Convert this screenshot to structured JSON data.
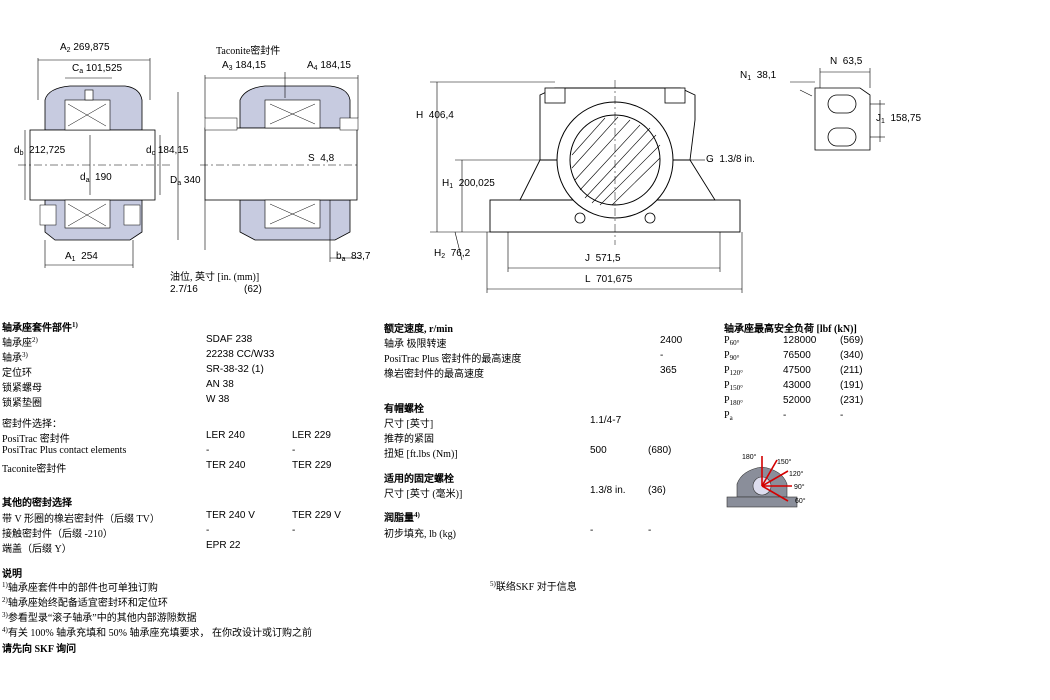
{
  "dims": {
    "A2": "269,875",
    "Ca": "101,525",
    "db": "212,725",
    "dc": "184,15",
    "da": "190",
    "Da": "340",
    "A1": "254",
    "taconite_label": "Taconite密封件",
    "A3": "184,15",
    "A4": "184,15",
    "S": "4,8",
    "ba": "83,7",
    "oil_label": "油位, 英寸 [in. (mm)]",
    "oil_in": "2.7/16",
    "oil_mm": "(62)",
    "H": "406,4",
    "H1": "200,025",
    "H2": "76,2",
    "G": "1.3/8 in.",
    "J": "571,5",
    "L": "701,675",
    "N1": "38,1",
    "N": "63,5",
    "J1": "158,75"
  },
  "sym": {
    "A": "A",
    "C": "C",
    "d": "d",
    "D": "D",
    "S": "S",
    "b": "b",
    "H": "H",
    "G": "G",
    "J": "J",
    "L": "L",
    "N": "N",
    "s1": "1",
    "s2": "2",
    "s3": "3",
    "s4": "4",
    "sa": "a",
    "sb": "b",
    "sc": "c"
  },
  "components": {
    "title": "轴承座套件部件",
    "title_sup": "1)",
    "rows": [
      {
        "label": "轴承座",
        "sup": "2)",
        "value": "SDAF 238"
      },
      {
        "label": "轴承",
        "sup": "3)",
        "value": "22238 CC/W33"
      },
      {
        "label": "定位环",
        "sup": "",
        "value": "SR-38-32 (1)"
      },
      {
        "label": "锁紧螺母",
        "sup": "",
        "value": "AN 38"
      },
      {
        "label": "锁紧垫圈",
        "sup": "",
        "value": "W 38"
      }
    ],
    "seal_title": "密封件选择：",
    "seal_rows": [
      {
        "label": "PosiTrac 密封件",
        "v1": "LER 240",
        "v2": "LER 229"
      },
      {
        "label": "PosiTrac Plus contact elements",
        "v1": "-",
        "v2": "-"
      },
      {
        "label": "Taconite密封件",
        "v1": "TER 240",
        "v2": "TER 229"
      }
    ]
  },
  "other_seals": {
    "title": "其他的密封选择",
    "rows": [
      {
        "label": "带 V 形圈的橡岩密封件（后缀 TV）",
        "v1": "TER 240 V",
        "v2": "TER 229 V"
      },
      {
        "label": "接触密封件（后缀 -210）",
        "v1": "-",
        "v2": "-"
      },
      {
        "label": "端盖（后缀 Y）",
        "v1": "EPR 22",
        "v2": ""
      }
    ]
  },
  "notes": {
    "title": "说明",
    "rows": [
      {
        "sup": "1)",
        "text": "轴承座套件中的部件也可单独订购"
      },
      {
        "sup": "2)",
        "text": "轴承座始终配备适宜密封环和定位环"
      },
      {
        "sup": "3)",
        "text": "参看型录“滚子轴承”中的其他内部游隙数据"
      },
      {
        "sup": "4)",
        "text": "有关 100% 轴承充填和 50% 轴承座充填要求， 在你改设计或订购之前"
      }
    ],
    "contact": "请先向 SKF 询问",
    "note5_sup": "5)",
    "note5": "联络SKF 对于信息"
  },
  "speed": {
    "title": "额定速度, r/min",
    "rows": [
      {
        "label": "轴承 极限转速",
        "value": "2400"
      },
      {
        "label": "PosiTrac Plus 密封件的最高速度",
        "value": "-"
      },
      {
        "label": "橡岩密封件的最高速度",
        "value": "365"
      }
    ]
  },
  "cap_bolts": {
    "title": "有帽螺栓",
    "size_label": "尺寸 [英寸]",
    "size": "1.1/4-7",
    "torque_title": "推荐的紧固",
    "torque_label": "扭矩 [ft.lbs (Nm)]",
    "torque": "500",
    "torque_nm": "(680)"
  },
  "fix_bolts": {
    "title": "适用的固定螺栓",
    "size_label": "尺寸 [英寸 (毫米)]",
    "size": "1.3/8 in.",
    "size_mm": "(36)"
  },
  "grease": {
    "title": "润脂量",
    "title_sup": "4)",
    "label": "初步填充, lb (kg)",
    "v1": "-",
    "v2": "-"
  },
  "loads": {
    "title": "轴承座最高安全负荷 [lbf (kN)]",
    "rows": [
      {
        "sym": "P",
        "sub": "60°",
        "lbf": "128000",
        "kn": "(569)"
      },
      {
        "sym": "P",
        "sub": "90°",
        "lbf": "76500",
        "kn": "(340)"
      },
      {
        "sym": "P",
        "sub": "120°",
        "lbf": "47500",
        "kn": "(211)"
      },
      {
        "sym": "P",
        "sub": "150°",
        "lbf": "43000",
        "kn": "(191)"
      },
      {
        "sym": "P",
        "sub": "180°",
        "lbf": "52000",
        "kn": "(231)"
      },
      {
        "sym": "P",
        "sub": "a",
        "lbf": "-",
        "kn": "-"
      }
    ],
    "angles": [
      "180°",
      "150°",
      "120°",
      "90°",
      "60°"
    ]
  },
  "colors": {
    "housing_tint": "#c7cbe0",
    "arrow_red": "#d40000",
    "housing_gray": "#8a8e9a"
  }
}
